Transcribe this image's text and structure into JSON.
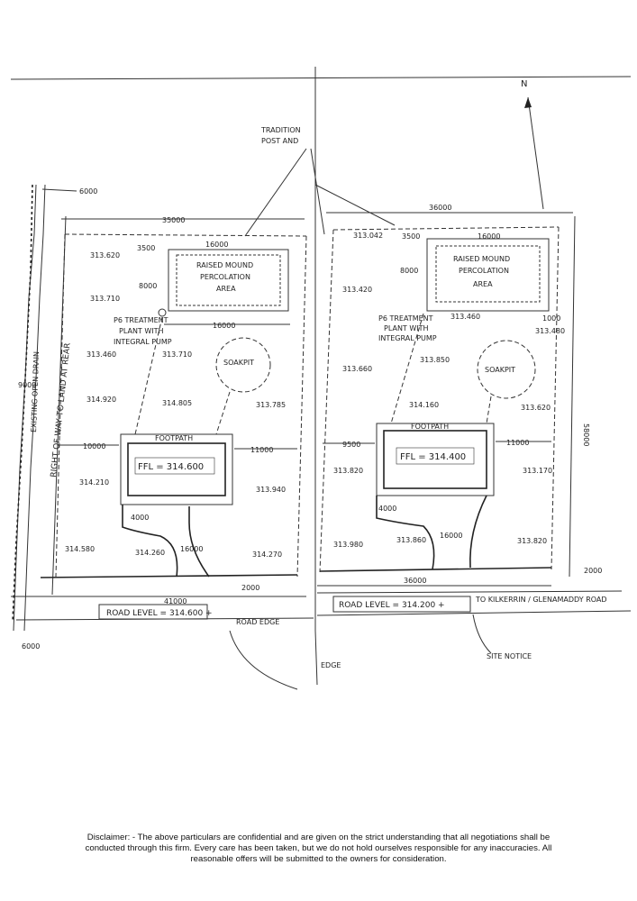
{
  "north": {
    "label": "N"
  },
  "labels": {
    "tradition_post": "TRADITION\nPOST AND",
    "right_of_way": "RIGHT OF WAY TO LAND AT REAR",
    "existing_open_drain": "EXISTING OPEN DRAIN",
    "road_edge_left": "ROAD EDGE",
    "road_edge_right": "EDGE",
    "site_notice": "SITE NOTICE",
    "to_kilkerrin": "TO KILKERRIN / GLENAMADDY ROAD"
  },
  "dims_left": {
    "top_6000": "6000",
    "width_35000": "35000",
    "d_3500": "3500",
    "d_16000_top": "16000",
    "d_8000": "8000",
    "d_16000_bottom": "16000",
    "d_9000": "9000",
    "d_10000": "10000",
    "d_11000": "11000",
    "d_4000": "4000",
    "d_16000_drive": "16000",
    "d_41000": "41000",
    "d_2000": "2000",
    "bottom_6000": "6000"
  },
  "dims_right": {
    "width_36000": "36000",
    "d_3500": "3500",
    "d_16000": "16000",
    "d_8000": "8000",
    "d_1000": "1000",
    "d_9500": "9500",
    "d_11000": "11000",
    "d_4000": "4000",
    "d_16000_drive": "16000",
    "d_36000_bottom": "36000",
    "d_58000": "58000",
    "d_2000": "2000"
  },
  "site_left": {
    "percolation": [
      "RAISED MOUND",
      "PERCOLATION",
      "AREA"
    ],
    "treatment": [
      "P6 TREATMENT",
      "PLANT WITH",
      "INTEGRAL PUMP"
    ],
    "soakpit": "SOAKPIT",
    "footpath": "FOOTPATH",
    "ffl": "FFL = 314.600",
    "road_level": "ROAD LEVEL = 314.600 +",
    "levels": [
      "313.620",
      "313.710",
      "313.460",
      "313.710",
      "314.920",
      "314.805",
      "313.785",
      "314.210",
      "313.940",
      "314.580",
      "314.260",
      "314.270"
    ]
  },
  "site_right": {
    "percolation": [
      "RAISED MOUND",
      "PERCOLATION",
      "AREA"
    ],
    "treatment": [
      "P6 TREATMENT",
      "PLANT WITH",
      "INTEGRAL PUMP"
    ],
    "soakpit": "SOAKPIT",
    "footpath": "FOOTPATH",
    "ffl": "FFL = 314.400",
    "road_level": "ROAD LEVEL = 314.200 +",
    "levels": [
      "313.042",
      "313.420",
      "313.460",
      "313.480",
      "313.660",
      "313.850",
      "314.160",
      "313.620",
      "313.820",
      "313.170",
      "313.980",
      "313.860",
      "313.820"
    ]
  },
  "disclaimer": "Disclaimer: - The above particulars are confidential and are given on the strict understanding that all negotiations shall be conducted through this firm. Every care has been taken, but we do not hold ourselves responsible for any inaccuracies. All reasonable offers will be submitted to the owners for consideration."
}
